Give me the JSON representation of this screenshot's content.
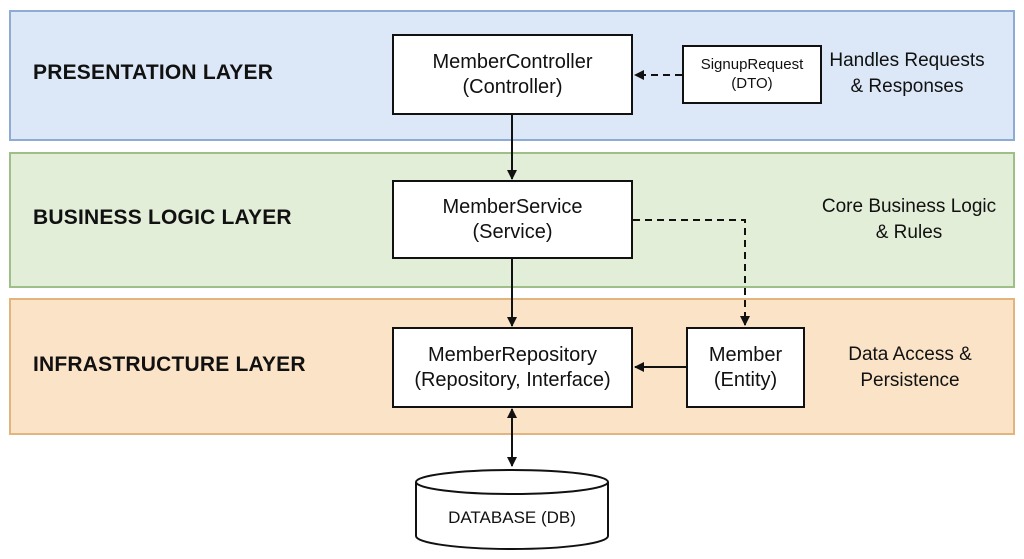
{
  "colors": {
    "presentation_fill": "#dce8f7",
    "presentation_border": "#8eabd3",
    "business_fill": "#e2eed8",
    "business_border": "#9fbf88",
    "infra_fill": "#fbe3c8",
    "infra_border": "#e3b57e",
    "line": "#111111"
  },
  "layers": {
    "presentation": "PRESENTATION LAYER",
    "business": "BUSINESS LOGIC LAYER",
    "infrastructure": "INFRASTRUCTURE LAYER"
  },
  "nodes": {
    "controller": {
      "name": "MemberController",
      "role": "(Controller)"
    },
    "signup": {
      "name": "SignupRequest",
      "role": "(DTO)"
    },
    "service": {
      "name": "MemberService",
      "role": "(Service)"
    },
    "repository": {
      "name": "MemberRepository",
      "role": "(Repository, Interface)"
    },
    "member": {
      "name": "Member",
      "role": "(Entity)"
    },
    "database": {
      "name": "DATABASE (DB)"
    }
  },
  "notes": {
    "presentation": {
      "line1": "Handles Requests",
      "line2": "& Responses"
    },
    "business": {
      "line1": "Core Business Logic",
      "line2": "& Rules"
    },
    "infrastructure": {
      "line1": "Data Access &",
      "line2": "Persistence"
    }
  }
}
